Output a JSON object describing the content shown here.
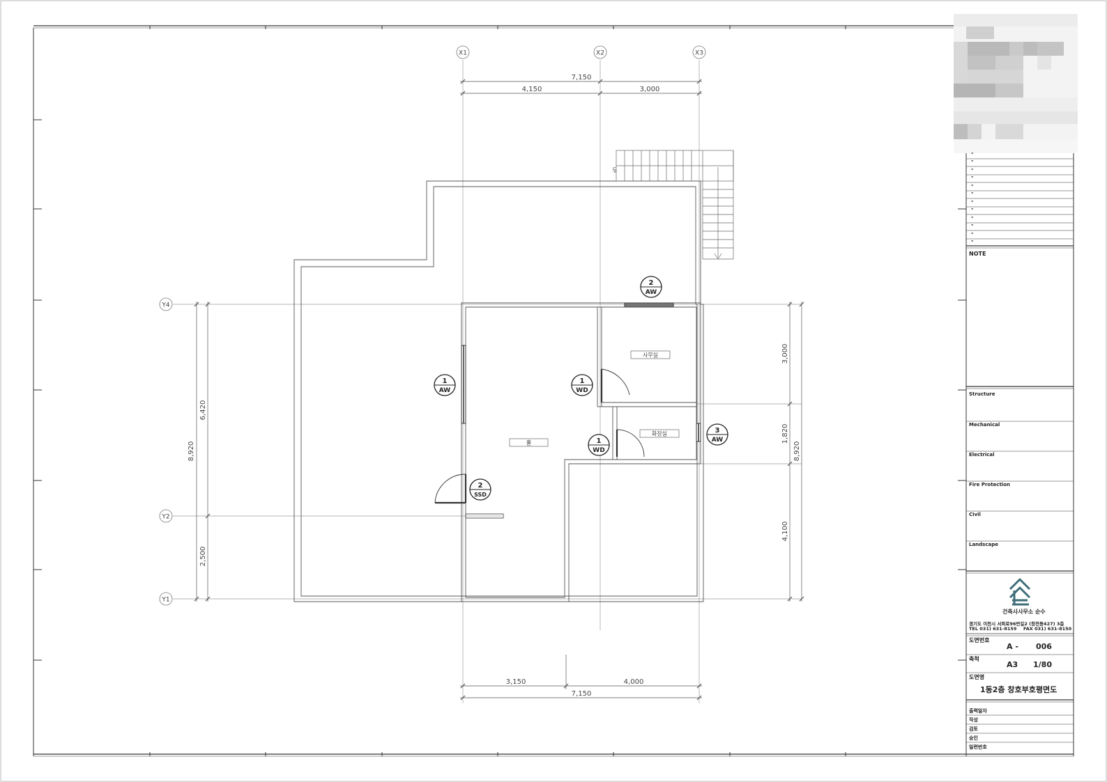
{
  "grid": {
    "x_labels": [
      "X1",
      "X2",
      "X3"
    ],
    "y_labels": [
      "Y4",
      "Y2",
      "Y1"
    ]
  },
  "dimensions": {
    "top_overall": "7,150",
    "top_left": "4,150",
    "top_right": "3,000",
    "bottom_left": "3,150",
    "bottom_right": "4,000",
    "bottom_overall": "7,150",
    "left_overall": "8,920",
    "left_upper": "6,420",
    "left_lower": "2,500",
    "right_top": "3,000",
    "right_mid": "1,820",
    "right_bottom": "4,100",
    "right_overall": "8,920"
  },
  "stair": {
    "up_label": "UP"
  },
  "rooms": {
    "hall": "홀",
    "office": "사무실",
    "toilet": "화장실"
  },
  "tags": [
    {
      "num": "2",
      "type": "AW"
    },
    {
      "num": "1",
      "type": "AW"
    },
    {
      "num": "1",
      "type": "WD"
    },
    {
      "num": "1",
      "type": "WD"
    },
    {
      "num": "3",
      "type": "AW"
    },
    {
      "num": "2",
      "type": "SSD"
    }
  ],
  "titleblock": {
    "revision_marks": [
      "-",
      "-",
      "-",
      "-",
      "-",
      "-",
      "-",
      "-",
      "-",
      "-",
      "-",
      "-"
    ],
    "note_label": "NOTE",
    "disciplines": [
      "Structure",
      "Mechanical",
      "Electrical",
      "Fire Protection",
      "Civil",
      "Landscape"
    ],
    "firm_name": "건축사사무소 순수",
    "address": "경기도 이천시 서희로96번길2 (창전동427) 3층",
    "tel": "TEL 031) 631-8159",
    "fax": "FAX 031) 631-8150",
    "drawing_no_label": "도면번호",
    "drawing_no_prefix": "A -",
    "drawing_no": "006",
    "scale_label": "축척",
    "paper": "A3",
    "scale": "1/80",
    "drawing_name_label": "도면명",
    "drawing_name": "1동2층 창호부호평면도",
    "sign_labels": [
      "출력일자",
      "작성",
      "검토",
      "승인",
      "일련번호"
    ]
  },
  "colors": {
    "line": "#444444",
    "grid_line": "#9a9a9a",
    "logo": "#3e6d78"
  }
}
